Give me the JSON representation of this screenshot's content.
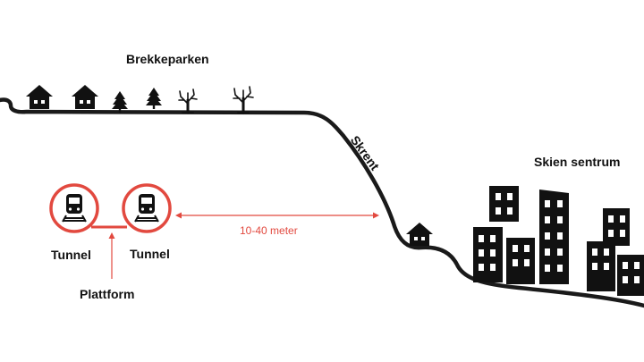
{
  "labels": {
    "park": "Brekkeparken",
    "slope": "Skrent",
    "city": "Skien sentrum",
    "tunnel_left": "Tunnel",
    "tunnel_right": "Tunnel",
    "platform": "Plattform",
    "distance": "10-40 meter"
  },
  "icons": [
    "house-icon",
    "spruce-tree-icon",
    "bare-tree-icon",
    "train-icon",
    "building-icon"
  ],
  "colors": {
    "line": "#1a1a1a",
    "accent": "#e2493f",
    "background": "#ffffff"
  }
}
